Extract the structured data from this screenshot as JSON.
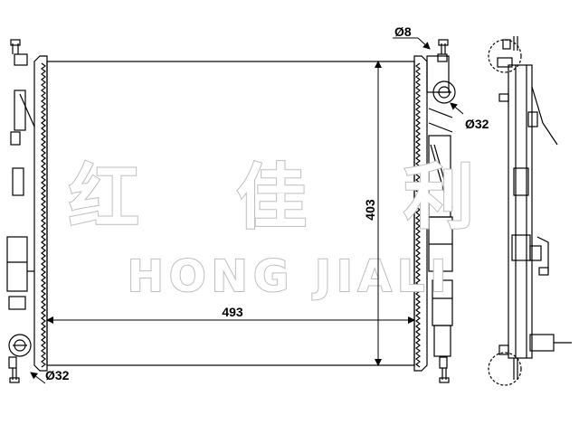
{
  "dimensions": {
    "width_label": "493",
    "height_label": "403",
    "top_hole_label": "Ø8",
    "upper_hole_label": "Ø32",
    "lower_hole_label": "Ø32"
  },
  "watermark": {
    "chinese": "红 佳 利",
    "latin": "HONG JIALI"
  },
  "colors": {
    "line": "#000000",
    "watermark_fill": "#ffffff",
    "watermark_stroke": "#bdbdbd"
  }
}
